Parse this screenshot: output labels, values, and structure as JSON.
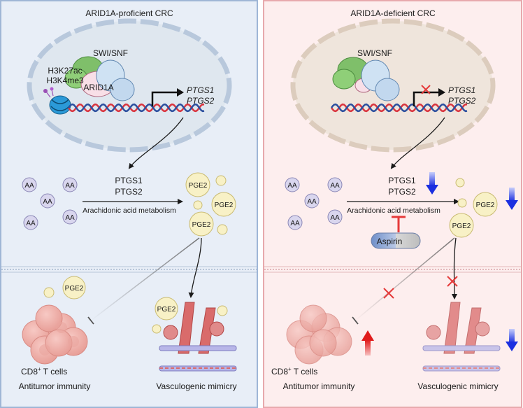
{
  "left": {
    "title": "ARID1A-proficient CRC",
    "complex_label": "SWI/SNF",
    "subunit_label": "ARID1A",
    "histone_mark_1": "H3K27ac",
    "histone_mark_2": "H3K4me3",
    "gene_1": "PTGS1",
    "gene_2": "PTGS2",
    "aa_label": "AA",
    "enzyme_1": "PTGS1",
    "enzyme_2": "PTGS2",
    "pathway_label": "Arachidonic acid metabolism",
    "pge2_label": "PGE2",
    "cell_label": "CD8",
    "cell_label_sup": "+",
    "cell_label_suffix": " T cells",
    "outcome_1": "Antitumor immunity",
    "outcome_2": "Vasculogenic mimicry"
  },
  "right": {
    "title": "ARID1A-deficient CRC",
    "complex_label": "SWI/SNF",
    "gene_1": "PTGS1",
    "gene_2": "PTGS2",
    "aa_label": "AA",
    "enzyme_1": "PTGS1",
    "enzyme_2": "PTGS2",
    "pathway_label": "Arachidonic acid metabolism",
    "pge2_label": "PGE2",
    "inhibitor_label": "Aspirin",
    "cell_label": "CD8",
    "cell_label_sup": "+",
    "cell_label_suffix": " T cells",
    "outcome_1": "Antitumor immunity",
    "outcome_2": "Vasculogenic mimicry"
  },
  "colors": {
    "left_panel_bg": "#e8eef7",
    "left_panel_border": "#9fb6d6",
    "right_panel_bg": "#fdeeee",
    "right_panel_border": "#e7a9ad",
    "nucleus_fill": "#dfe7ef",
    "nucleus_fill_right": "#efe5dc",
    "aa_fill": "#d9d6ee",
    "pge2_fill": "#f8f1c6",
    "down_arrow": "#1b2fe0",
    "up_arrow": "#e01b1b",
    "inhibit": "#e53a3a"
  }
}
